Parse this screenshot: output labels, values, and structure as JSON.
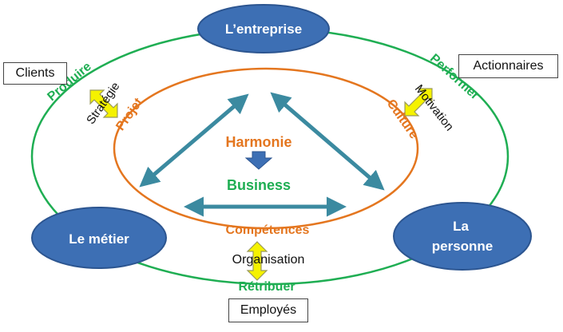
{
  "nodes": {
    "entreprise": "L’entreprise",
    "metier": "Le métier",
    "personne_line1": "La",
    "personne_line2": "personne"
  },
  "stakeholders": {
    "clients": "Clients",
    "actionnaires": "Actionnaires",
    "employes": "Employés"
  },
  "outer_labels": {
    "produire": "Produire",
    "performer": "Performer",
    "retribuer": "Rétribuer"
  },
  "inner_labels": {
    "projet": "Projet",
    "culture": "Culture",
    "competences": "Compétences"
  },
  "link_labels": {
    "strategie": "Stratégie",
    "motivation": "Motivation",
    "organisation": "Organisation"
  },
  "center": {
    "harmonie": "Harmonie",
    "business": "Business"
  },
  "colors": {
    "node_fill": "#3D6FB4",
    "outer_ring": "#1FAE53",
    "inner_ring": "#E4761F",
    "arrow_teal": "#3B8AA0",
    "double_arrow_yellow": "#F5F200"
  }
}
